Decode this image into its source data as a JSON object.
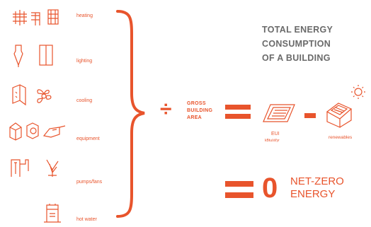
{
  "title": {
    "line1": "TOTAL ENERGY",
    "line2": "CONSUMPTION",
    "line3": "OF A BUILDING"
  },
  "categories": [
    {
      "label": "heating",
      "icon": "radiator-icon"
    },
    {
      "label": "lighting",
      "icon": "lamp-icon"
    },
    {
      "label": "cooling",
      "icon": "fan-icon"
    },
    {
      "label": "equipment",
      "icon": "appliance-icon"
    },
    {
      "label": "pumps/fans",
      "icon": "pump-icon"
    },
    {
      "label": "hot water",
      "icon": "water-heater-icon"
    }
  ],
  "operator_divide": "÷",
  "gross_area": {
    "line1": "GROSS",
    "line2": "BUILDING",
    "line3": "AREA"
  },
  "operator_equals": "=",
  "eui": {
    "label": "EUI",
    "unit": "kBtu/sf/yr"
  },
  "operator_minus": "-",
  "renewables_label": "renewables",
  "result": {
    "equals": "=",
    "zero": "0",
    "line1": "NET-ZERO",
    "line2": "ENERGY"
  },
  "colors": {
    "accent": "#e8542c",
    "title": "#6a6a6a"
  }
}
